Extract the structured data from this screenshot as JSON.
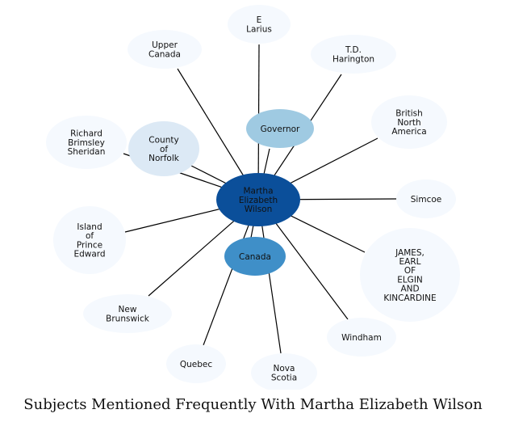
{
  "caption": "Subjects Mentioned Frequently With Martha Elizabeth Wilson",
  "colors": {
    "center": "#0b4f9a",
    "strong": "#3f8fc8",
    "medium": "#9fcae2",
    "light": "#dce9f5",
    "faint": "#f5f9fe",
    "edge": "#000000"
  },
  "center": {
    "lines": [
      "Martha",
      "Elizabeth",
      "Wilson"
    ],
    "tone": "center"
  },
  "nodes": [
    {
      "id": "e-larius",
      "lines": [
        "E",
        "Larius"
      ],
      "tone": "faint"
    },
    {
      "id": "td-harington",
      "lines": [
        "T.D.",
        "Harington"
      ],
      "tone": "faint"
    },
    {
      "id": "british-north-america",
      "lines": [
        "British",
        "North",
        "America"
      ],
      "tone": "faint"
    },
    {
      "id": "simcoe",
      "lines": [
        "Simcoe"
      ],
      "tone": "faint"
    },
    {
      "id": "james-earl-of-elgin",
      "lines": [
        "JAMES,",
        "EARL",
        "OF",
        "ELGIN",
        "AND",
        "KINCARDINE"
      ],
      "tone": "faint"
    },
    {
      "id": "windham",
      "lines": [
        "Windham"
      ],
      "tone": "faint"
    },
    {
      "id": "nova-scotia",
      "lines": [
        "Nova",
        "Scotia"
      ],
      "tone": "faint"
    },
    {
      "id": "quebec",
      "lines": [
        "Quebec"
      ],
      "tone": "faint"
    },
    {
      "id": "new-brunswick",
      "lines": [
        "New",
        "Brunswick"
      ],
      "tone": "faint"
    },
    {
      "id": "island-of-prince-edward",
      "lines": [
        "Island",
        "of",
        "Prince",
        "Edward"
      ],
      "tone": "faint"
    },
    {
      "id": "richard-brimsley-sheridan",
      "lines": [
        "Richard",
        "Brimsley",
        "Sheridan"
      ],
      "tone": "faint"
    },
    {
      "id": "county-of-norfolk",
      "lines": [
        "County",
        "of",
        "Norfolk"
      ],
      "tone": "light"
    },
    {
      "id": "upper-canada",
      "lines": [
        "Upper",
        "Canada"
      ],
      "tone": "faint"
    },
    {
      "id": "governor",
      "lines": [
        "Governor"
      ],
      "tone": "medium"
    },
    {
      "id": "canada",
      "lines": [
        "Canada"
      ],
      "tone": "strong"
    }
  ]
}
